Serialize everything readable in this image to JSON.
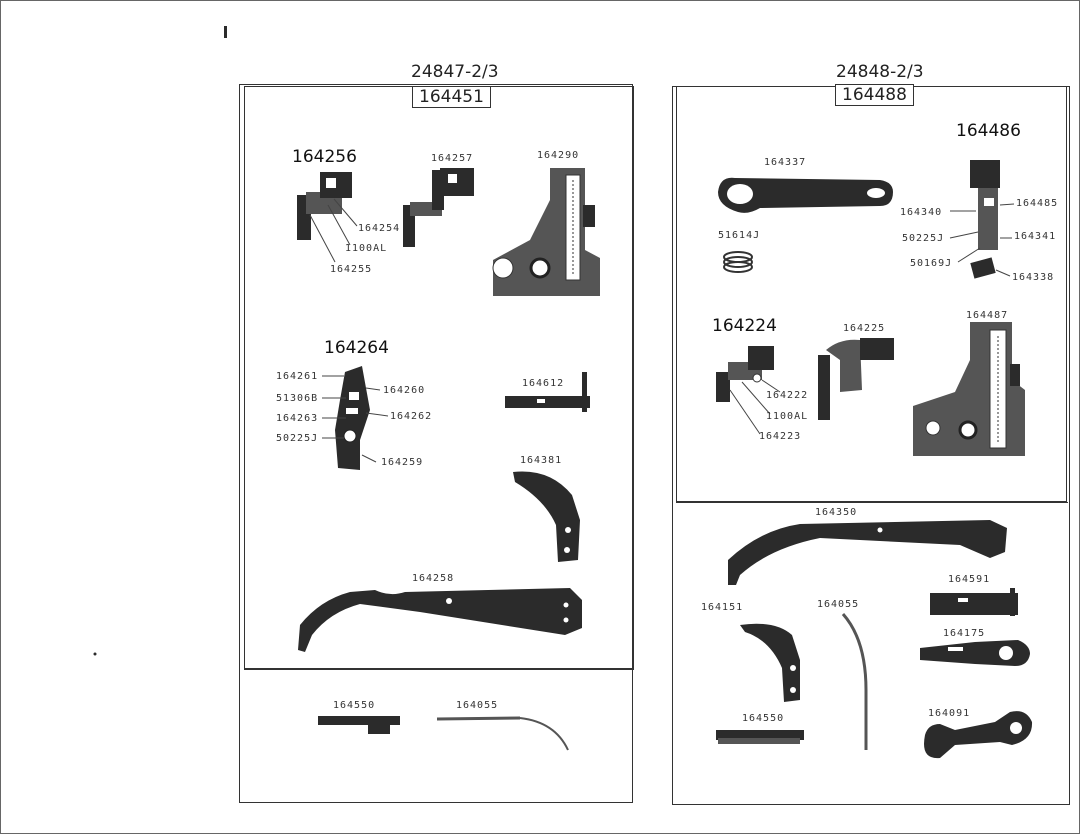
{
  "left_panel": {
    "model": "24847-2/3",
    "kit": "164451",
    "group1": {
      "title": "164256",
      "labels": [
        "164254",
        "1100AL",
        "164255"
      ]
    },
    "part_164257": "164257",
    "part_164290": "164290",
    "group2": {
      "title": "164264",
      "left_labels": [
        "164261",
        "51306B",
        "164263",
        "50225J"
      ],
      "right_labels": [
        "164260",
        "164262",
        "164259"
      ]
    },
    "part_164612": "164612",
    "part_164381": "164381",
    "part_164258": "164258",
    "bottom": {
      "part_a": "164550",
      "part_b": "164055"
    }
  },
  "right_panel": {
    "model": "24848-2/3",
    "kit": "164488",
    "group1": {
      "title": "164486",
      "labels": [
        "164340",
        "164485",
        "50225J",
        "164341",
        "50169J",
        "164338"
      ]
    },
    "part_164337": "164337",
    "part_51614J": "51614J",
    "group2": {
      "title": "164224",
      "labels": [
        "164222",
        "1100AL",
        "164223"
      ]
    },
    "part_164225": "164225",
    "part_164487": "164487",
    "bottom": {
      "part_164350": "164350",
      "part_164591": "164591",
      "part_164151": "164151",
      "part_164055": "164055",
      "part_164175": "164175",
      "part_164550": "164550",
      "part_164091": "164091"
    }
  }
}
